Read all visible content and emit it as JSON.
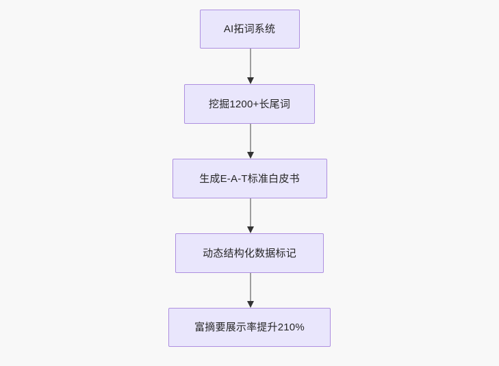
{
  "diagram": {
    "type": "flowchart",
    "direction": "top-to-bottom",
    "title": "",
    "background_color": "#f8f8f8",
    "node_fill_color": "#e9e6fc",
    "node_border_color": "#ad8ee0",
    "node_text_color": "#262626",
    "connector_line_color": "#888888",
    "connector_arrow_color": "#333333",
    "nodes": [
      {
        "id": "n1",
        "label": "AI拓词系统"
      },
      {
        "id": "n2",
        "label": "挖掘1200+长尾词"
      },
      {
        "id": "n3",
        "label": "生成E-A-T标准白皮书"
      },
      {
        "id": "n4",
        "label": "动态结构化数据标记"
      },
      {
        "id": "n5",
        "label": "富摘要展示率提升210%"
      }
    ],
    "edges": [
      {
        "from": "n1",
        "to": "n2",
        "label": ""
      },
      {
        "from": "n2",
        "to": "n3",
        "label": ""
      },
      {
        "from": "n3",
        "to": "n4",
        "label": ""
      },
      {
        "from": "n4",
        "to": "n5",
        "label": ""
      }
    ]
  }
}
